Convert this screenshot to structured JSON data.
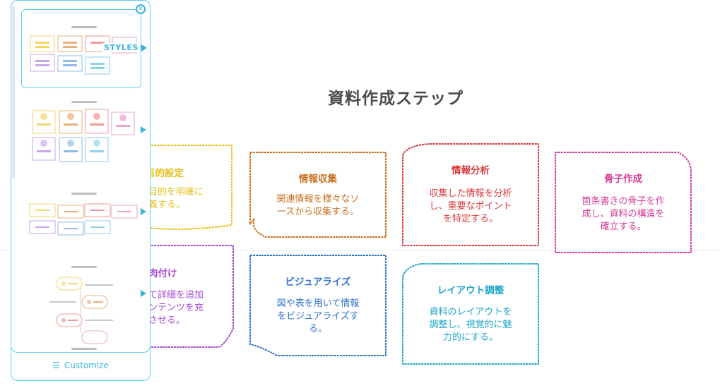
{
  "diagram": {
    "title": "資料作成ステップ",
    "cards": [
      {
        "id": "c1",
        "title": "目的設定",
        "body": "目的を明確に\n義する。",
        "color": "#e3c21a"
      },
      {
        "id": "c2",
        "title": "情報収集",
        "body": "関連情報を様々なソ\nースから収集する。",
        "color": "#c9711e"
      },
      {
        "id": "c3",
        "title": "情報分析",
        "body": "収集した情報を分析\nし、重要なポイント\nを特定する。",
        "color": "#d93a3a"
      },
      {
        "id": "c4",
        "title": "骨子作成",
        "body": "箇条書きの骨子を作\n成し、資料の構造を\n確立する。",
        "color": "#d43d97"
      },
      {
        "id": "c5",
        "title": "肉付け",
        "body": "て詳細を追加\nンテンツを充\nさせる。",
        "color": "#a84bd6"
      },
      {
        "id": "c6",
        "title": "ビジュアライズ",
        "body": "図や表を用いて情報\nをビジュアライズす\nる。",
        "color": "#2f73c9"
      },
      {
        "id": "c7",
        "title": "レイアウト調整",
        "body": "資料のレイアウトを\n調整し、視覚的に魅\n力的にする。",
        "color": "#1aa6c9"
      }
    ]
  },
  "style_panel": {
    "styles_label": "STYLES",
    "customize_label": "Customize",
    "close_icon": "close-icon",
    "customize_icon": "sliders-icon",
    "accent": "#34b6dc"
  }
}
